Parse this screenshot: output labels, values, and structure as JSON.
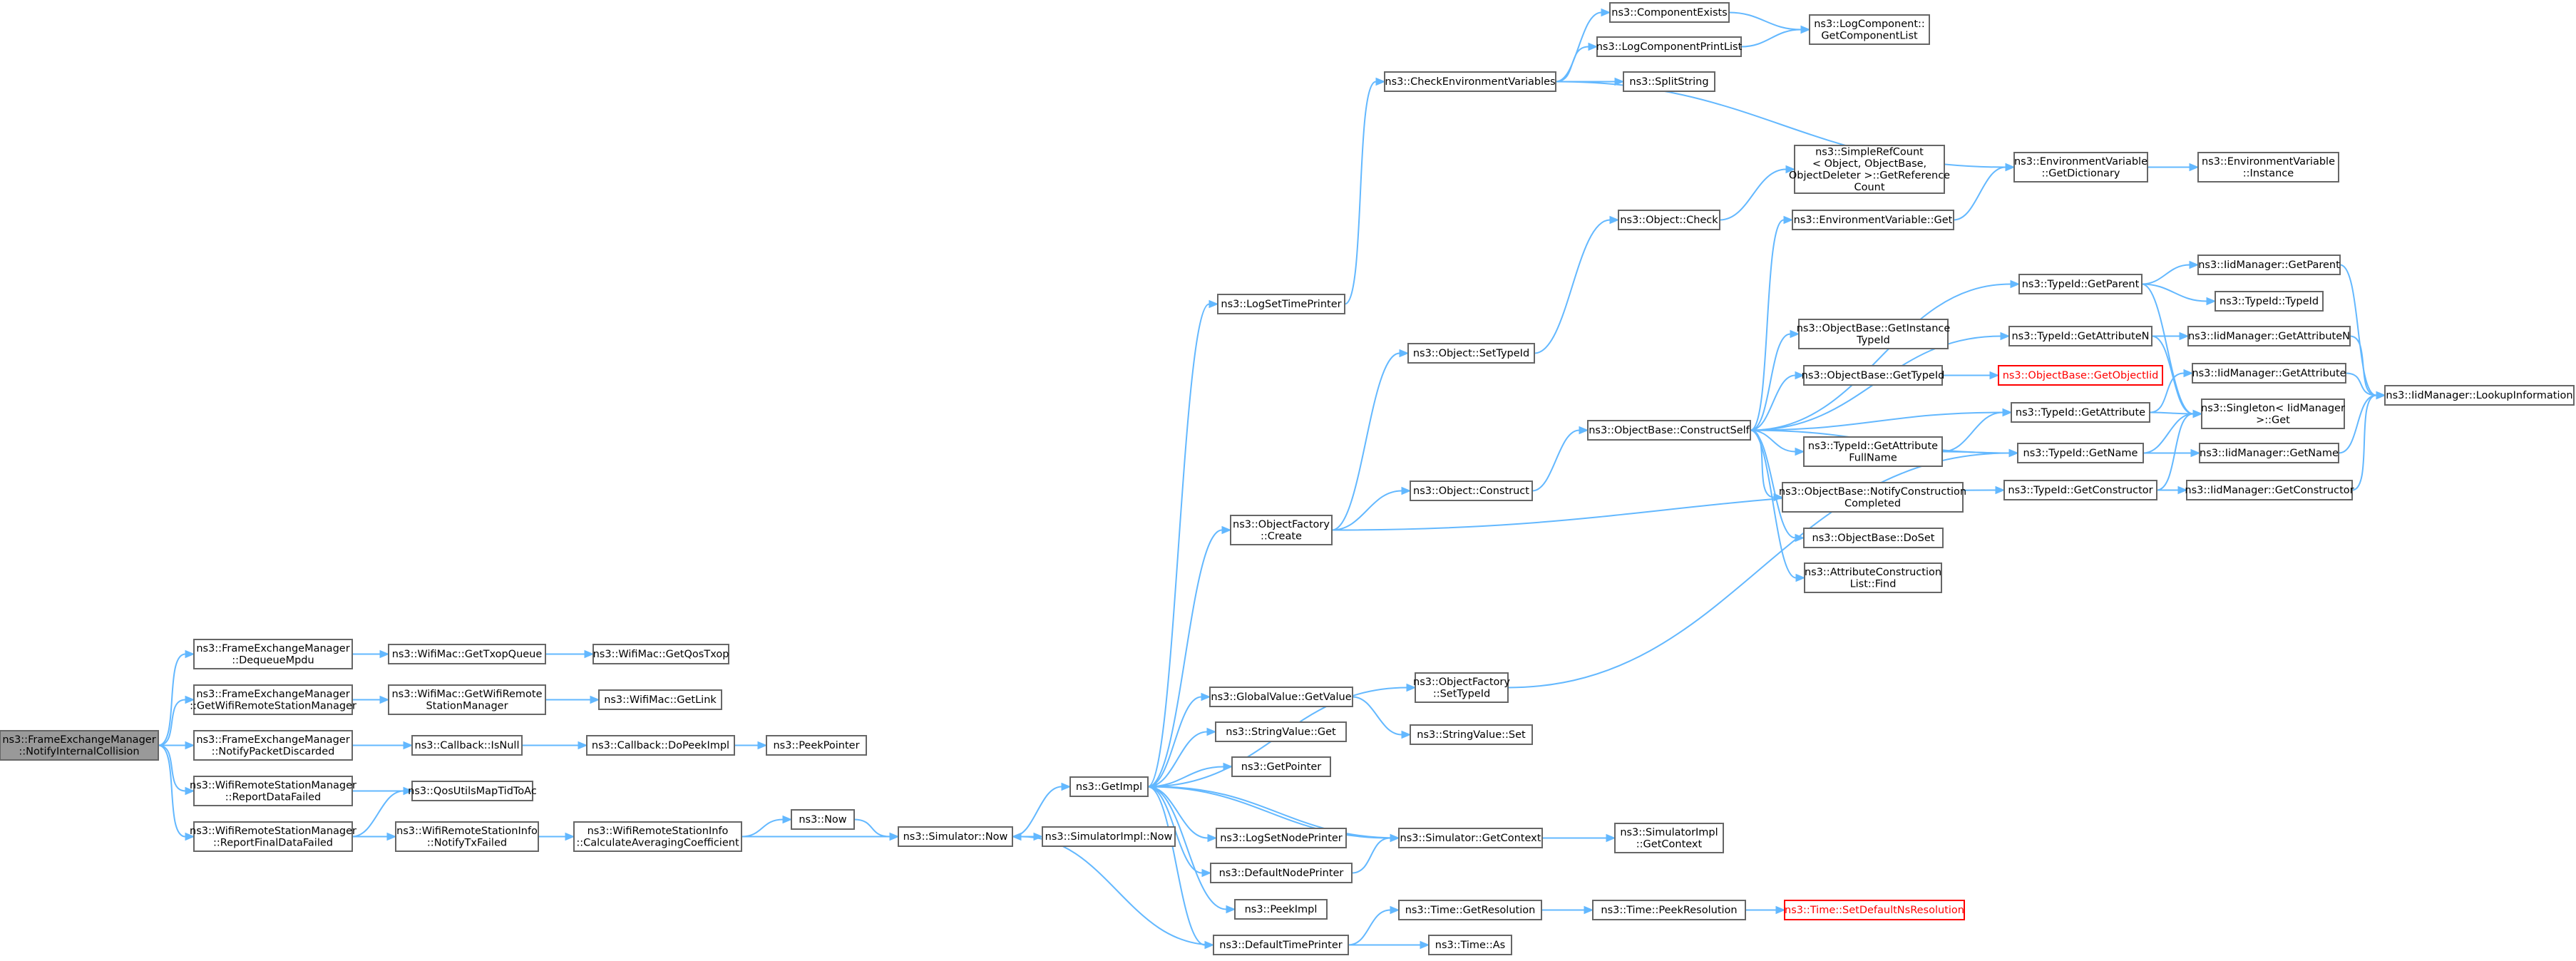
{
  "graph": {
    "nodes": [
      {
        "id": "root",
        "lines": [
          "ns3::FrameExchangeManager",
          "::NotifyInternalCollision"
        ],
        "kind": "root"
      },
      {
        "id": "dequeueMpdu",
        "lines": [
          "ns3::FrameExchangeManager",
          "::DequeueMpdu"
        ]
      },
      {
        "id": "getWifiRemote",
        "lines": [
          "ns3::FrameExchangeManager",
          "::GetWifiRemoteStationManager"
        ]
      },
      {
        "id": "notifyPacketDiscarded",
        "lines": [
          "ns3::FrameExchangeManager",
          "::NotifyPacketDiscarded"
        ]
      },
      {
        "id": "reportDataFailed",
        "lines": [
          "ns3::WifiRemoteStationManager",
          "::ReportDataFailed"
        ]
      },
      {
        "id": "reportFinalDataFailed",
        "lines": [
          "ns3::WifiRemoteStationManager",
          "::ReportFinalDataFailed"
        ]
      },
      {
        "id": "getTxopQueue",
        "lines": [
          "ns3::WifiMac::GetTxopQueue"
        ]
      },
      {
        "id": "macGetWifiRemote",
        "lines": [
          "ns3::WifiMac::GetWifiRemote",
          "StationManager"
        ]
      },
      {
        "id": "isNull",
        "lines": [
          "ns3::Callback::IsNull"
        ]
      },
      {
        "id": "qosUtils",
        "lines": [
          "ns3::QosUtilsMapTidToAc"
        ]
      },
      {
        "id": "notifyTxFailed",
        "lines": [
          "ns3::WifiRemoteStationInfo",
          "::NotifyTxFailed"
        ]
      },
      {
        "id": "getQosTxop",
        "lines": [
          "ns3::WifiMac::GetQosTxop"
        ]
      },
      {
        "id": "getLink",
        "lines": [
          "ns3::WifiMac::GetLink"
        ]
      },
      {
        "id": "doPeekImpl",
        "lines": [
          "ns3::Callback::DoPeekImpl"
        ]
      },
      {
        "id": "peekPointer",
        "lines": [
          "ns3::PeekPointer"
        ]
      },
      {
        "id": "calcAvg",
        "lines": [
          "ns3::WifiRemoteStationInfo",
          "::CalculateAveragingCoefficient"
        ]
      },
      {
        "id": "now",
        "lines": [
          "ns3::Now"
        ]
      },
      {
        "id": "simNow",
        "lines": [
          "ns3::Simulator::Now"
        ]
      },
      {
        "id": "implNow",
        "lines": [
          "ns3::SimulatorImpl::Now"
        ]
      },
      {
        "id": "getImpl",
        "lines": [
          "ns3::GetImpl"
        ]
      },
      {
        "id": "logSetTimePrinter",
        "lines": [
          "ns3::LogSetTimePrinter"
        ]
      },
      {
        "id": "objFactoryCreate",
        "lines": [
          "ns3::ObjectFactory",
          "::Create"
        ]
      },
      {
        "id": "objFactorySetTypeId",
        "lines": [
          "ns3::ObjectFactory",
          "::SetTypeId"
        ]
      },
      {
        "id": "globalValueGet",
        "lines": [
          "ns3::GlobalValue::GetValue"
        ]
      },
      {
        "id": "stringValueGet",
        "lines": [
          "ns3::StringValue::Get"
        ]
      },
      {
        "id": "getPointer",
        "lines": [
          "ns3::GetPointer"
        ]
      },
      {
        "id": "logSetNodePrinter",
        "lines": [
          "ns3::LogSetNodePrinter"
        ]
      },
      {
        "id": "defaultNodePrinter",
        "lines": [
          "ns3::DefaultNodePrinter"
        ]
      },
      {
        "id": "peekImpl",
        "lines": [
          "ns3::PeekImpl"
        ]
      },
      {
        "id": "defaultTimePrinter",
        "lines": [
          "ns3::DefaultTimePrinter"
        ]
      },
      {
        "id": "checkEnv",
        "lines": [
          "ns3::CheckEnvironmentVariables"
        ]
      },
      {
        "id": "objectSetTypeId",
        "lines": [
          "ns3::Object::SetTypeId"
        ]
      },
      {
        "id": "objectConstruct",
        "lines": [
          "ns3::Object::Construct"
        ]
      },
      {
        "id": "stringValueSet",
        "lines": [
          "ns3::StringValue::Set"
        ]
      },
      {
        "id": "simGetContext",
        "lines": [
          "ns3::Simulator::GetContext"
        ]
      },
      {
        "id": "timeGetResolution",
        "lines": [
          "ns3::Time::GetResolution"
        ]
      },
      {
        "id": "timeAs",
        "lines": [
          "ns3::Time::As"
        ]
      },
      {
        "id": "componentExists",
        "lines": [
          "ns3::ComponentExists"
        ]
      },
      {
        "id": "logComponentPrintList",
        "lines": [
          "ns3::LogComponentPrintList"
        ]
      },
      {
        "id": "splitString",
        "lines": [
          "ns3::SplitString"
        ]
      },
      {
        "id": "objectCheck",
        "lines": [
          "ns3::Object::Check"
        ]
      },
      {
        "id": "constructSelf",
        "lines": [
          "ns3::ObjectBase::ConstructSelf"
        ]
      },
      {
        "id": "simImplGetContext",
        "lines": [
          "ns3::SimulatorImpl",
          "::GetContext"
        ]
      },
      {
        "id": "timePeekResolution",
        "lines": [
          "ns3::Time::PeekResolution"
        ]
      },
      {
        "id": "getComponentList",
        "lines": [
          "ns3::LogComponent::",
          "GetComponentList"
        ]
      },
      {
        "id": "simpleRefCount",
        "lines": [
          "ns3::SimpleRefCount",
          "< Object, ObjectBase,",
          "ObjectDeleter >::GetReference",
          "Count"
        ]
      },
      {
        "id": "envVarGet",
        "lines": [
          "ns3::EnvironmentVariable::Get"
        ]
      },
      {
        "id": "getInstanceTypeId",
        "lines": [
          "ns3::ObjectBase::GetInstance",
          "TypeId"
        ]
      },
      {
        "id": "objBaseGetTypeId",
        "lines": [
          "ns3::ObjectBase::GetTypeId"
        ]
      },
      {
        "id": "getAttributeFullName",
        "lines": [
          "ns3::TypeId::GetAttribute",
          "FullName"
        ]
      },
      {
        "id": "notifyConstructionCompleted",
        "lines": [
          "ns3::ObjectBase::NotifyConstruction",
          "Completed"
        ]
      },
      {
        "id": "doSet",
        "lines": [
          "ns3::ObjectBase::DoSet"
        ]
      },
      {
        "id": "attrConstructionListFind",
        "lines": [
          "ns3::AttributeConstruction",
          "List::Find"
        ]
      },
      {
        "id": "setDefaultNsResolution",
        "lines": [
          "ns3::Time::SetDefaultNsResolution"
        ],
        "kind": "red"
      },
      {
        "id": "envVarGetDictionary",
        "lines": [
          "ns3::EnvironmentVariable",
          "::GetDictionary"
        ]
      },
      {
        "id": "typeIdGetParent",
        "lines": [
          "ns3::TypeId::GetParent"
        ]
      },
      {
        "id": "typeIdGetAttributeN",
        "lines": [
          "ns3::TypeId::GetAttributeN"
        ]
      },
      {
        "id": "objBaseGetObjectIid",
        "lines": [
          "ns3::ObjectBase::GetObjectIid"
        ],
        "kind": "red"
      },
      {
        "id": "typeIdGetAttribute",
        "lines": [
          "ns3::TypeId::GetAttribute"
        ]
      },
      {
        "id": "typeIdGetName",
        "lines": [
          "ns3::TypeId::GetName"
        ]
      },
      {
        "id": "typeIdGetConstructor",
        "lines": [
          "ns3::TypeId::GetConstructor"
        ]
      },
      {
        "id": "envVarInstance",
        "lines": [
          "ns3::EnvironmentVariable",
          "::Instance"
        ]
      },
      {
        "id": "iidGetParent",
        "lines": [
          "ns3::IidManager::GetParent"
        ]
      },
      {
        "id": "typeIdTypeId",
        "lines": [
          "ns3::TypeId::TypeId"
        ]
      },
      {
        "id": "iidGetAttributeN",
        "lines": [
          "ns3::IidManager::GetAttributeN"
        ]
      },
      {
        "id": "iidGetAttribute",
        "lines": [
          "ns3::IidManager::GetAttribute"
        ]
      },
      {
        "id": "singletonGet",
        "lines": [
          "ns3::Singleton< IidManager",
          ">::Get"
        ]
      },
      {
        "id": "iidGetName",
        "lines": [
          "ns3::IidManager::GetName"
        ]
      },
      {
        "id": "iidGetConstructor",
        "lines": [
          "ns3::IidManager::GetConstructor"
        ]
      },
      {
        "id": "iidLookupInformation",
        "lines": [
          "ns3::IidManager::LookupInformation"
        ]
      }
    ],
    "edges": [
      [
        "root",
        "dequeueMpdu"
      ],
      [
        "root",
        "getWifiRemote"
      ],
      [
        "root",
        "notifyPacketDiscarded"
      ],
      [
        "root",
        "reportDataFailed"
      ],
      [
        "root",
        "reportFinalDataFailed"
      ],
      [
        "dequeueMpdu",
        "getTxopQueue"
      ],
      [
        "getTxopQueue",
        "getQosTxop"
      ],
      [
        "getWifiRemote",
        "macGetWifiRemote"
      ],
      [
        "macGetWifiRemote",
        "getLink"
      ],
      [
        "notifyPacketDiscarded",
        "isNull"
      ],
      [
        "isNull",
        "doPeekImpl"
      ],
      [
        "doPeekImpl",
        "peekPointer"
      ],
      [
        "reportDataFailed",
        "qosUtils"
      ],
      [
        "reportFinalDataFailed",
        "qosUtils"
      ],
      [
        "reportFinalDataFailed",
        "notifyTxFailed"
      ],
      [
        "notifyTxFailed",
        "calcAvg"
      ],
      [
        "calcAvg",
        "now"
      ],
      [
        "calcAvg",
        "simNow"
      ],
      [
        "now",
        "simNow"
      ],
      [
        "simNow",
        "getImpl"
      ],
      [
        "simNow",
        "implNow"
      ],
      [
        "getImpl",
        "logSetTimePrinter"
      ],
      [
        "getImpl",
        "objFactoryCreate"
      ],
      [
        "getImpl",
        "objFactorySetTypeId"
      ],
      [
        "getImpl",
        "globalValueGet"
      ],
      [
        "getImpl",
        "stringValueGet"
      ],
      [
        "getImpl",
        "getPointer"
      ],
      [
        "getImpl",
        "logSetNodePrinter"
      ],
      [
        "getImpl",
        "defaultNodePrinter"
      ],
      [
        "getImpl",
        "peekImpl"
      ],
      [
        "getImpl",
        "defaultTimePrinter"
      ],
      [
        "getImpl",
        "simGetContext"
      ],
      [
        "logSetTimePrinter",
        "checkEnv"
      ],
      [
        "checkEnv",
        "componentExists"
      ],
      [
        "checkEnv",
        "logComponentPrintList"
      ],
      [
        "checkEnv",
        "splitString"
      ],
      [
        "checkEnv",
        "envVarGetDictionary"
      ],
      [
        "componentExists",
        "getComponentList"
      ],
      [
        "logComponentPrintList",
        "getComponentList"
      ],
      [
        "objFactoryCreate",
        "objectSetTypeId"
      ],
      [
        "objFactoryCreate",
        "objectConstruct"
      ],
      [
        "objFactoryCreate",
        "typeIdGetConstructor"
      ],
      [
        "objectSetTypeId",
        "objectCheck"
      ],
      [
        "objectCheck",
        "simpleRefCount"
      ],
      [
        "objectConstruct",
        "constructSelf"
      ],
      [
        "objFactorySetTypeId",
        "typeIdGetName"
      ],
      [
        "globalValueGet",
        "stringValueSet"
      ],
      [
        "defaultNodePrinter",
        "simGetContext"
      ],
      [
        "simGetContext",
        "simImplGetContext"
      ],
      [
        "simGetContext",
        "getImpl"
      ],
      [
        "defaultTimePrinter",
        "simNow"
      ],
      [
        "defaultTimePrinter",
        "timeGetResolution"
      ],
      [
        "defaultTimePrinter",
        "timeAs"
      ],
      [
        "timeGetResolution",
        "timePeekResolution"
      ],
      [
        "timePeekResolution",
        "setDefaultNsResolution"
      ],
      [
        "constructSelf",
        "envVarGet"
      ],
      [
        "constructSelf",
        "typeIdGetParent"
      ],
      [
        "constructSelf",
        "getInstanceTypeId"
      ],
      [
        "constructSelf",
        "typeIdGetAttributeN"
      ],
      [
        "constructSelf",
        "objBaseGetTypeId"
      ],
      [
        "constructSelf",
        "typeIdGetAttribute"
      ],
      [
        "constructSelf",
        "getAttributeFullName"
      ],
      [
        "constructSelf",
        "notifyConstructionCompleted"
      ],
      [
        "constructSelf",
        "doSet"
      ],
      [
        "constructSelf",
        "attrConstructionListFind"
      ],
      [
        "constructSelf",
        "typeIdGetName"
      ],
      [
        "envVarGet",
        "envVarGetDictionary"
      ],
      [
        "envVarGetDictionary",
        "envVarInstance"
      ],
      [
        "objBaseGetTypeId",
        "objBaseGetObjectIid"
      ],
      [
        "getAttributeFullName",
        "typeIdGetAttribute"
      ],
      [
        "getAttributeFullName",
        "typeIdGetName"
      ],
      [
        "typeIdGetParent",
        "iidGetParent"
      ],
      [
        "typeIdGetParent",
        "typeIdTypeId"
      ],
      [
        "typeIdGetParent",
        "singletonGet"
      ],
      [
        "typeIdGetAttributeN",
        "iidGetAttributeN"
      ],
      [
        "typeIdGetAttributeN",
        "singletonGet"
      ],
      [
        "typeIdGetAttribute",
        "iidGetAttribute"
      ],
      [
        "typeIdGetAttribute",
        "singletonGet"
      ],
      [
        "typeIdGetName",
        "iidGetName"
      ],
      [
        "typeIdGetName",
        "singletonGet"
      ],
      [
        "typeIdGetConstructor",
        "iidGetConstructor"
      ],
      [
        "typeIdGetConstructor",
        "singletonGet"
      ],
      [
        "iidGetParent",
        "iidLookupInformation"
      ],
      [
        "iidGetAttributeN",
        "iidLookupInformation"
      ],
      [
        "iidGetAttribute",
        "iidLookupInformation"
      ],
      [
        "iidGetName",
        "iidLookupInformation"
      ],
      [
        "iidGetConstructor",
        "iidLookupInformation"
      ]
    ]
  }
}
